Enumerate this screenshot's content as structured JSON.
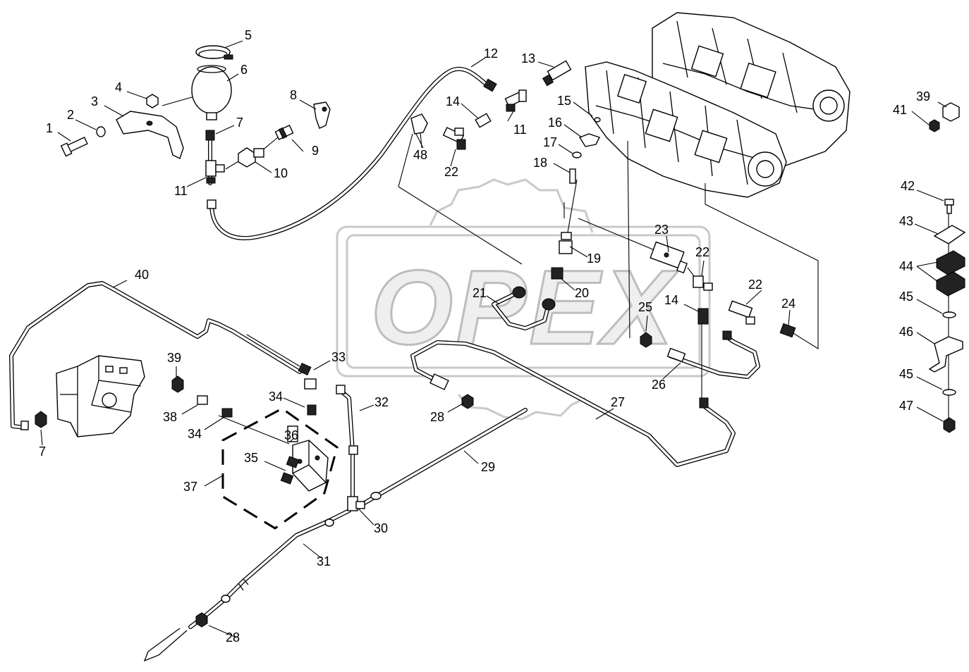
{
  "watermark": {
    "text": "OPEX",
    "color": "#c8c8c8"
  },
  "callouts": [
    {
      "id": "c1",
      "label": "1"
    },
    {
      "id": "c2",
      "label": "2"
    },
    {
      "id": "c3",
      "label": "3"
    },
    {
      "id": "c4",
      "label": "4"
    },
    {
      "id": "c5",
      "label": "5"
    },
    {
      "id": "c6",
      "label": "6"
    },
    {
      "id": "c7a",
      "label": "7"
    },
    {
      "id": "c7b",
      "label": "7"
    },
    {
      "id": "c8",
      "label": "8"
    },
    {
      "id": "c9",
      "label": "9"
    },
    {
      "id": "c10",
      "label": "10"
    },
    {
      "id": "c11a",
      "label": "11"
    },
    {
      "id": "c11b",
      "label": "11"
    },
    {
      "id": "c12",
      "label": "12"
    },
    {
      "id": "c13",
      "label": "13"
    },
    {
      "id": "c14a",
      "label": "14"
    },
    {
      "id": "c14b",
      "label": "14"
    },
    {
      "id": "c15",
      "label": "15"
    },
    {
      "id": "c16",
      "label": "16"
    },
    {
      "id": "c17",
      "label": "17"
    },
    {
      "id": "c18",
      "label": "18"
    },
    {
      "id": "c19",
      "label": "19"
    },
    {
      "id": "c20",
      "label": "20"
    },
    {
      "id": "c21",
      "label": "21"
    },
    {
      "id": "c22a",
      "label": "22"
    },
    {
      "id": "c22b",
      "label": "22"
    },
    {
      "id": "c22c",
      "label": "22"
    },
    {
      "id": "c23",
      "label": "23"
    },
    {
      "id": "c24",
      "label": "24"
    },
    {
      "id": "c25",
      "label": "25"
    },
    {
      "id": "c26",
      "label": "26"
    },
    {
      "id": "c27",
      "label": "27"
    },
    {
      "id": "c28a",
      "label": "28"
    },
    {
      "id": "c28b",
      "label": "28"
    },
    {
      "id": "c29",
      "label": "29"
    },
    {
      "id": "c30",
      "label": "30"
    },
    {
      "id": "c31",
      "label": "31"
    },
    {
      "id": "c32",
      "label": "32"
    },
    {
      "id": "c33",
      "label": "33"
    },
    {
      "id": "c34a",
      "label": "34"
    },
    {
      "id": "c34b",
      "label": "34"
    },
    {
      "id": "c35",
      "label": "35"
    },
    {
      "id": "c36",
      "label": "36"
    },
    {
      "id": "c37",
      "label": "37"
    },
    {
      "id": "c38",
      "label": "38"
    },
    {
      "id": "c39a",
      "label": "39"
    },
    {
      "id": "c39b",
      "label": "39"
    },
    {
      "id": "c40",
      "label": "40"
    },
    {
      "id": "c41",
      "label": "41"
    },
    {
      "id": "c42",
      "label": "42"
    },
    {
      "id": "c43",
      "label": "43"
    },
    {
      "id": "c44",
      "label": "44"
    },
    {
      "id": "c45a",
      "label": "45"
    },
    {
      "id": "c45b",
      "label": "45"
    },
    {
      "id": "c46",
      "label": "46"
    },
    {
      "id": "c47",
      "label": "47"
    },
    {
      "id": "c48",
      "label": "48"
    }
  ]
}
